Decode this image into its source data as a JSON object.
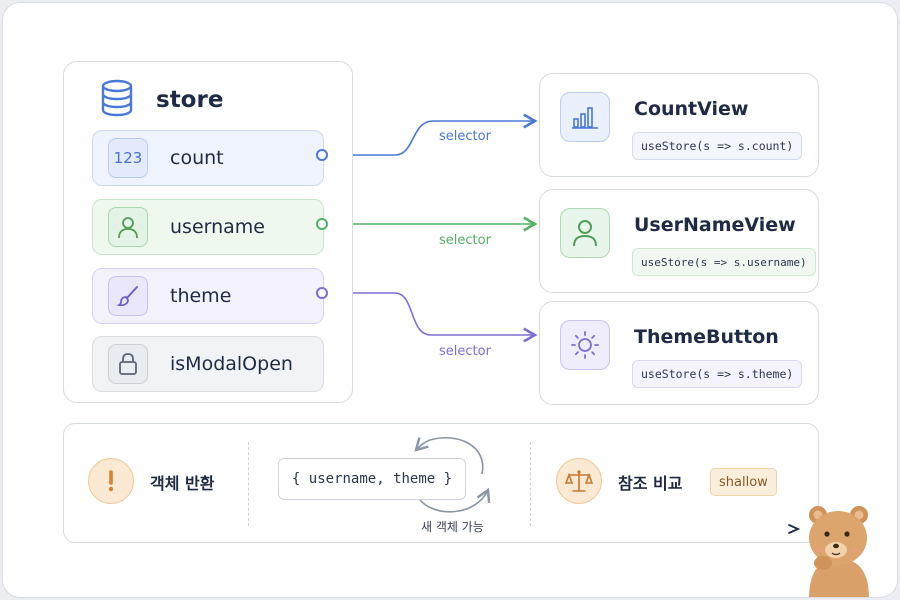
{
  "store": {
    "title": "store",
    "fields": [
      {
        "label": "count",
        "icon_text": "123",
        "icon": "number-icon"
      },
      {
        "label": "username",
        "icon": "user-icon"
      },
      {
        "label": "theme",
        "icon": "brush-icon"
      },
      {
        "label": "isModalOpen",
        "icon": "lock-icon"
      }
    ]
  },
  "components": [
    {
      "title": "CountView",
      "code": "useStore(s => s.count)",
      "icon": "bar-chart-icon"
    },
    {
      "title": "UserNameView",
      "code": "useStore(s => s.username)",
      "icon": "user-icon"
    },
    {
      "title": "ThemeButton",
      "code": "useStore(s => s.theme)",
      "icon": "sun-icon"
    }
  ],
  "edges": [
    {
      "label": "selector",
      "color": "#4a78d8"
    },
    {
      "label": "selector",
      "color": "#55b162"
    },
    {
      "label": "selector",
      "color": "#7b6fd6"
    }
  ],
  "bottom": {
    "object_return_label": "객체 반환",
    "object_code": "{ username, theme }",
    "new_object_label": "새 객체 가능",
    "reference_compare_label": "참조 비교",
    "shallow_label": "shallow"
  },
  "colors": {
    "blue": "#4a78d8",
    "green": "#55b162",
    "purple": "#7b6fd6",
    "orange": "#e08a2c",
    "text": "#1f2a44"
  }
}
